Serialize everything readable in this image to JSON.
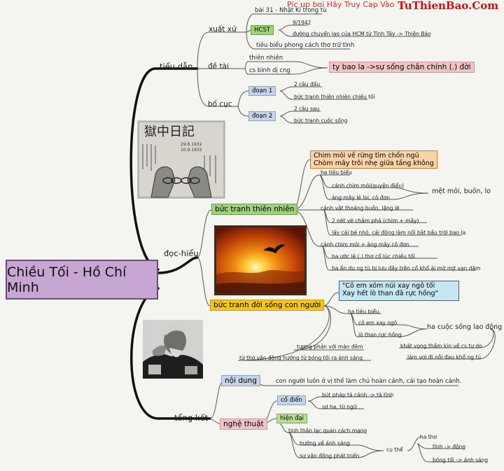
{
  "header": {
    "upload_note": "Pic up boi Hãy Truy Cap Vào",
    "site_name": "TuThienBao.Com"
  },
  "root": {
    "title": "Chiều Tối - Hồ Chí Minh"
  },
  "tieu_dan": {
    "label": "tiểu dẫn",
    "xuat_xu": {
      "label": "xuất xứ",
      "source": "bài 31 - Nhật Kí trong tù",
      "hcst_label": "HCST",
      "hcst_date": "9/1942",
      "hcst_route": "đường chuyển lao của HCM từ Tĩnh Tây -> Thiên Bảo",
      "style": "tiêu biểu phong cách thơ trữ tình"
    },
    "de_tai": {
      "label": "đề tài",
      "item1": "thiên nhiên",
      "item2": "cs bình dị cng",
      "summary": "ty bao la ->sự sống chân chính (.) đời"
    },
    "bo_cuc": {
      "label": "bố cục",
      "doan1_label": "đoạn 1",
      "doan1_lines": "2 câu đầu",
      "doan1_desc": "bức tranh thiên nhiên chiều tối",
      "doan2_label": "đoạn 2",
      "doan2_lines": "2 câu sau",
      "doan2_desc": "bức tranh cuộc sống"
    }
  },
  "doc_hieu": {
    "label": "đọc-hiểu",
    "thien_nhien": {
      "label": "bức tranh thiên nhiên",
      "quote_line1": "Chim mỏi về rừng tìm chốn ngủ",
      "quote_line2": "Chòm mây trôi nhẹ giữa tầng không",
      "ha_tieu_bieu": "ha tiêu biểu",
      "bird": "cánh chim mỏi(quyện điểu)",
      "cloud": "áng mây lẻ loi, cô đơn",
      "mood": "mệt mỏi, buồn, lo",
      "scene": "cảnh vật thoáng buồn, lặng lẽ",
      "strokes": "2 nét vẽ chấm phá (chim + mây)",
      "contrast": "lấy cái bé nhỏ, cái động làm nổi bật bầu trời bao la",
      "bird_cloud": "cánh chim mỏi + áng mây cô đơn",
      "wish": "ha ước lệ (.) thơ cổ lúc chiều tối",
      "feeling": "ha ẩn du ng tù bị lưu đầy trên cổ khổ ải mờ mịt vạn dặm"
    },
    "doi_song": {
      "label": "bức tranh đời sống con người",
      "quote_line1": "\"Cô em xóm núi xay ngô tối",
      "quote_line2": "Xay hết lò than đã rực hồng\"",
      "ha_tieu_bieu": "ha tiêu biểu",
      "girl": "cô em xay ngô",
      "fire": "lò than rực hồng",
      "life": "ha cuộc sống lao động",
      "contrast": "tương phản với màn đêm",
      "movement": "từ thơ vận động hướng từ bóng tối ra ánh sáng",
      "longing": "khát vọng thầm kín về cs tự do",
      "forget": "làm vơi đi nỗi đau khổ ng tù"
    }
  },
  "tong_ket": {
    "label": "tổng kết",
    "noi_dung_label": "nội dung",
    "noi_dung_text": "con người luôn ở vị thế làm chủ hoàn cảnh, cải tạo hoàn cảnh.",
    "nghe_thuat_label": "nghệ thuật",
    "co_dien_label": "cổ điển",
    "co_dien_1": "bút pháp tả cảnh -> tả tình",
    "co_dien_2": "sd ha, từ ngữ",
    "hien_dai_label": "hiện đại",
    "hien_dai_1": "tinh thần lạc quan cách mạng",
    "hien_dai_2": "hướng về ánh sáng",
    "hien_dai_3": "sự vận động phát triển",
    "cu_the": "cụ thể",
    "ha_tho": "ha thơ",
    "tinh_dong": "tĩnh -> động",
    "bong_toi": "bóng tối -> ánh sáng"
  }
}
